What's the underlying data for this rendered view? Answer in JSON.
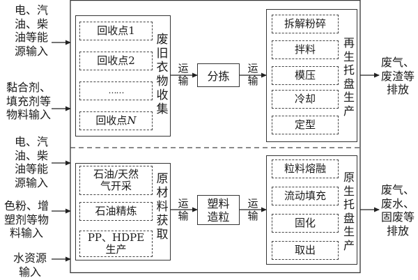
{
  "inputs": {
    "energy_top": "电、汽油、柴油等能源输入",
    "material_top": "黏合剂、填充剂等物料输入",
    "energy_bottom": "电、汽油、柴油等能源输入",
    "material_bottom": "色粉、增塑剂等物料输入",
    "water": "水资源输入",
    "lines": {
      "energy_top": [
        "电、汽",
        "油、柴",
        "油等能",
        "源输入"
      ],
      "material_top": [
        "黏合剂、",
        "填充剂等",
        "物料输入"
      ],
      "energy_bottom": [
        "电、汽",
        "油、柴",
        "油等能",
        "源输入"
      ],
      "material_bottom": [
        "色粉、增",
        "塑剂等物",
        "料输入"
      ],
      "water": [
        "水资源",
        "输入"
      ]
    }
  },
  "recycled": {
    "collection": {
      "title": "废旧衣物收集",
      "points": [
        "回收点1",
        "回收点2",
        "……",
        "回收点"
      ],
      "last_point_suffix": "N"
    },
    "transport1": [
      "运",
      "输"
    ],
    "sorting": "分拣",
    "transport2": [
      "运",
      "输"
    ],
    "production": {
      "title": "再生托盘生产",
      "steps": [
        "拆解粉碎",
        "拌料",
        "模压",
        "冷却",
        "定型"
      ]
    },
    "emissions": [
      "废气、",
      "废渣等",
      "排放"
    ]
  },
  "virgin": {
    "raw_material": {
      "title": "原材料获取",
      "steps": [
        [
          "石油/天然",
          "气开采"
        ],
        [
          "石油精炼"
        ],
        [
          "PP、HDPE",
          "生产"
        ]
      ]
    },
    "transport1": [
      "运",
      "输"
    ],
    "granulation": [
      "塑料",
      "造粒"
    ],
    "transport2": [
      "运",
      "输"
    ],
    "production": {
      "title": "原生托盘生产",
      "steps": [
        "粒料熔融",
        "流动填充",
        "固化",
        "取出"
      ]
    },
    "emissions": [
      "废气、",
      "废水、",
      "固废等",
      "排放"
    ]
  }
}
